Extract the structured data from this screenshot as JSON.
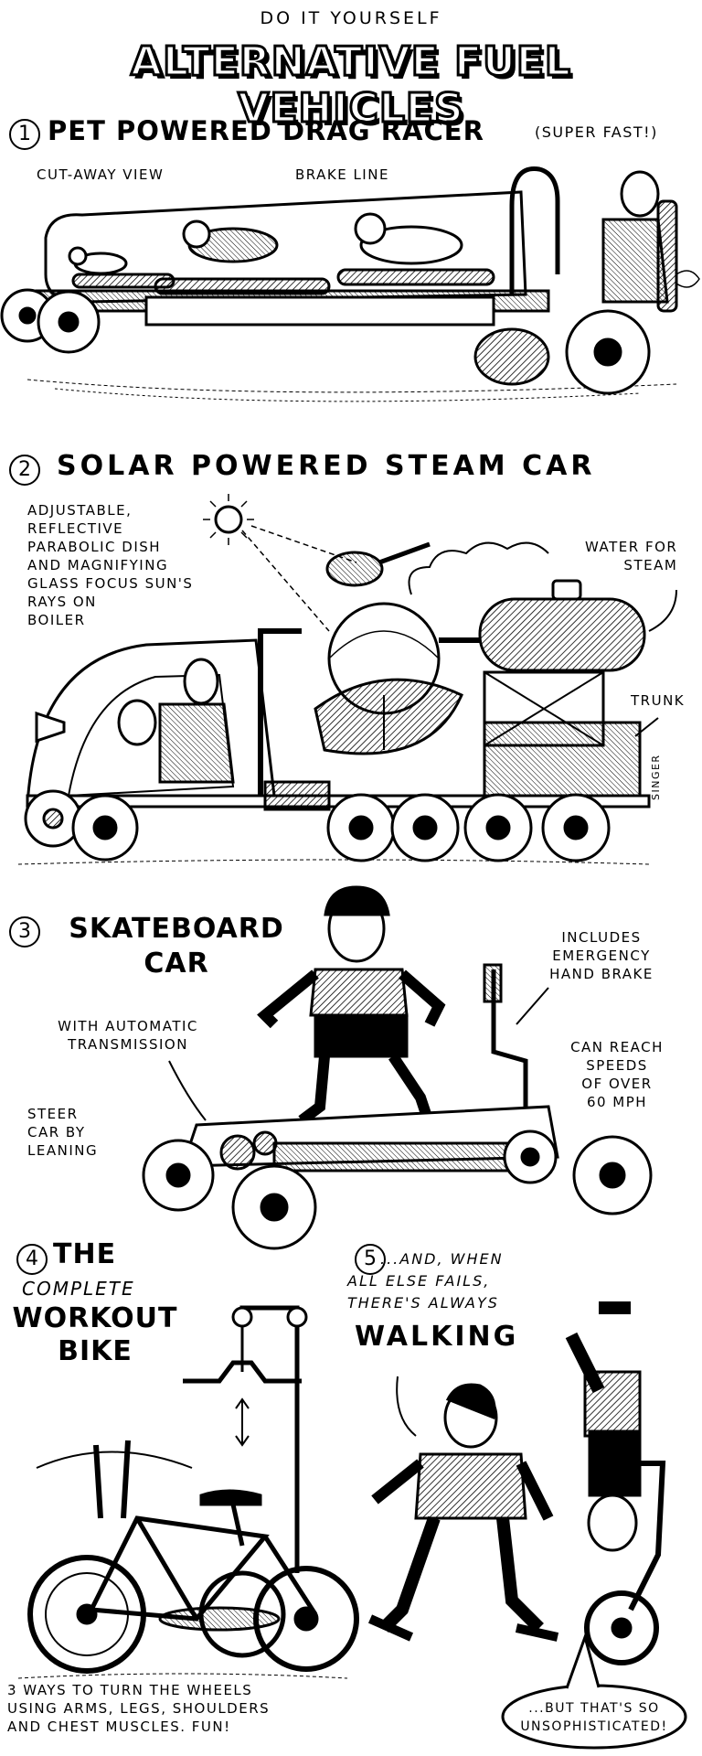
{
  "header": {
    "kicker": "DO IT YOURSELF",
    "title": "ALTERNATIVE FUEL VEHICLES"
  },
  "sections": [
    {
      "number": "1",
      "title": "PET POWERED DRAG RACER",
      "note": "(SUPER FAST!)",
      "labels": [
        "CUT-AWAY VIEW",
        "BRAKE LINE"
      ]
    },
    {
      "number": "2",
      "title": "SOLAR POWERED STEAM CAR",
      "labels": [
        "ADJUSTABLE,\nREFLECTIVE\nPARABOLIC DISH\nAND MAGNIFYING\nGLASS FOCUS SUN'S\nRAYS ON\nBOILER",
        "WATER FOR\nSTEAM",
        "TRUNK"
      ],
      "signature": "SINGER"
    },
    {
      "number": "3",
      "title": "SKATEBOARD\nCAR",
      "labels": [
        "INCLUDES\nEMERGENCY\nHAND BRAKE",
        "WITH AUTOMATIC\nTRANSMISSION",
        "CAN REACH\nSPEEDS\nOF OVER\n60 MPH",
        "STEER\nCAR BY\nLEANING"
      ]
    },
    {
      "number": "4",
      "title_a": "THE",
      "title_b": "COMPLETE",
      "title_c": "WORKOUT\nBIKE",
      "caption": "3 WAYS TO TURN THE WHEELS\nUSING ARMS, LEGS, SHOULDERS\nAND CHEST MUSCLES. FUN!"
    },
    {
      "number": "5",
      "title_a": "...AND, WHEN\nALL ELSE FAILS,\nTHERE'S ALWAYS",
      "title_b": "WALKING",
      "speech": "...BUT THAT'S SO\nUNSOPHISTICATED!"
    }
  ]
}
